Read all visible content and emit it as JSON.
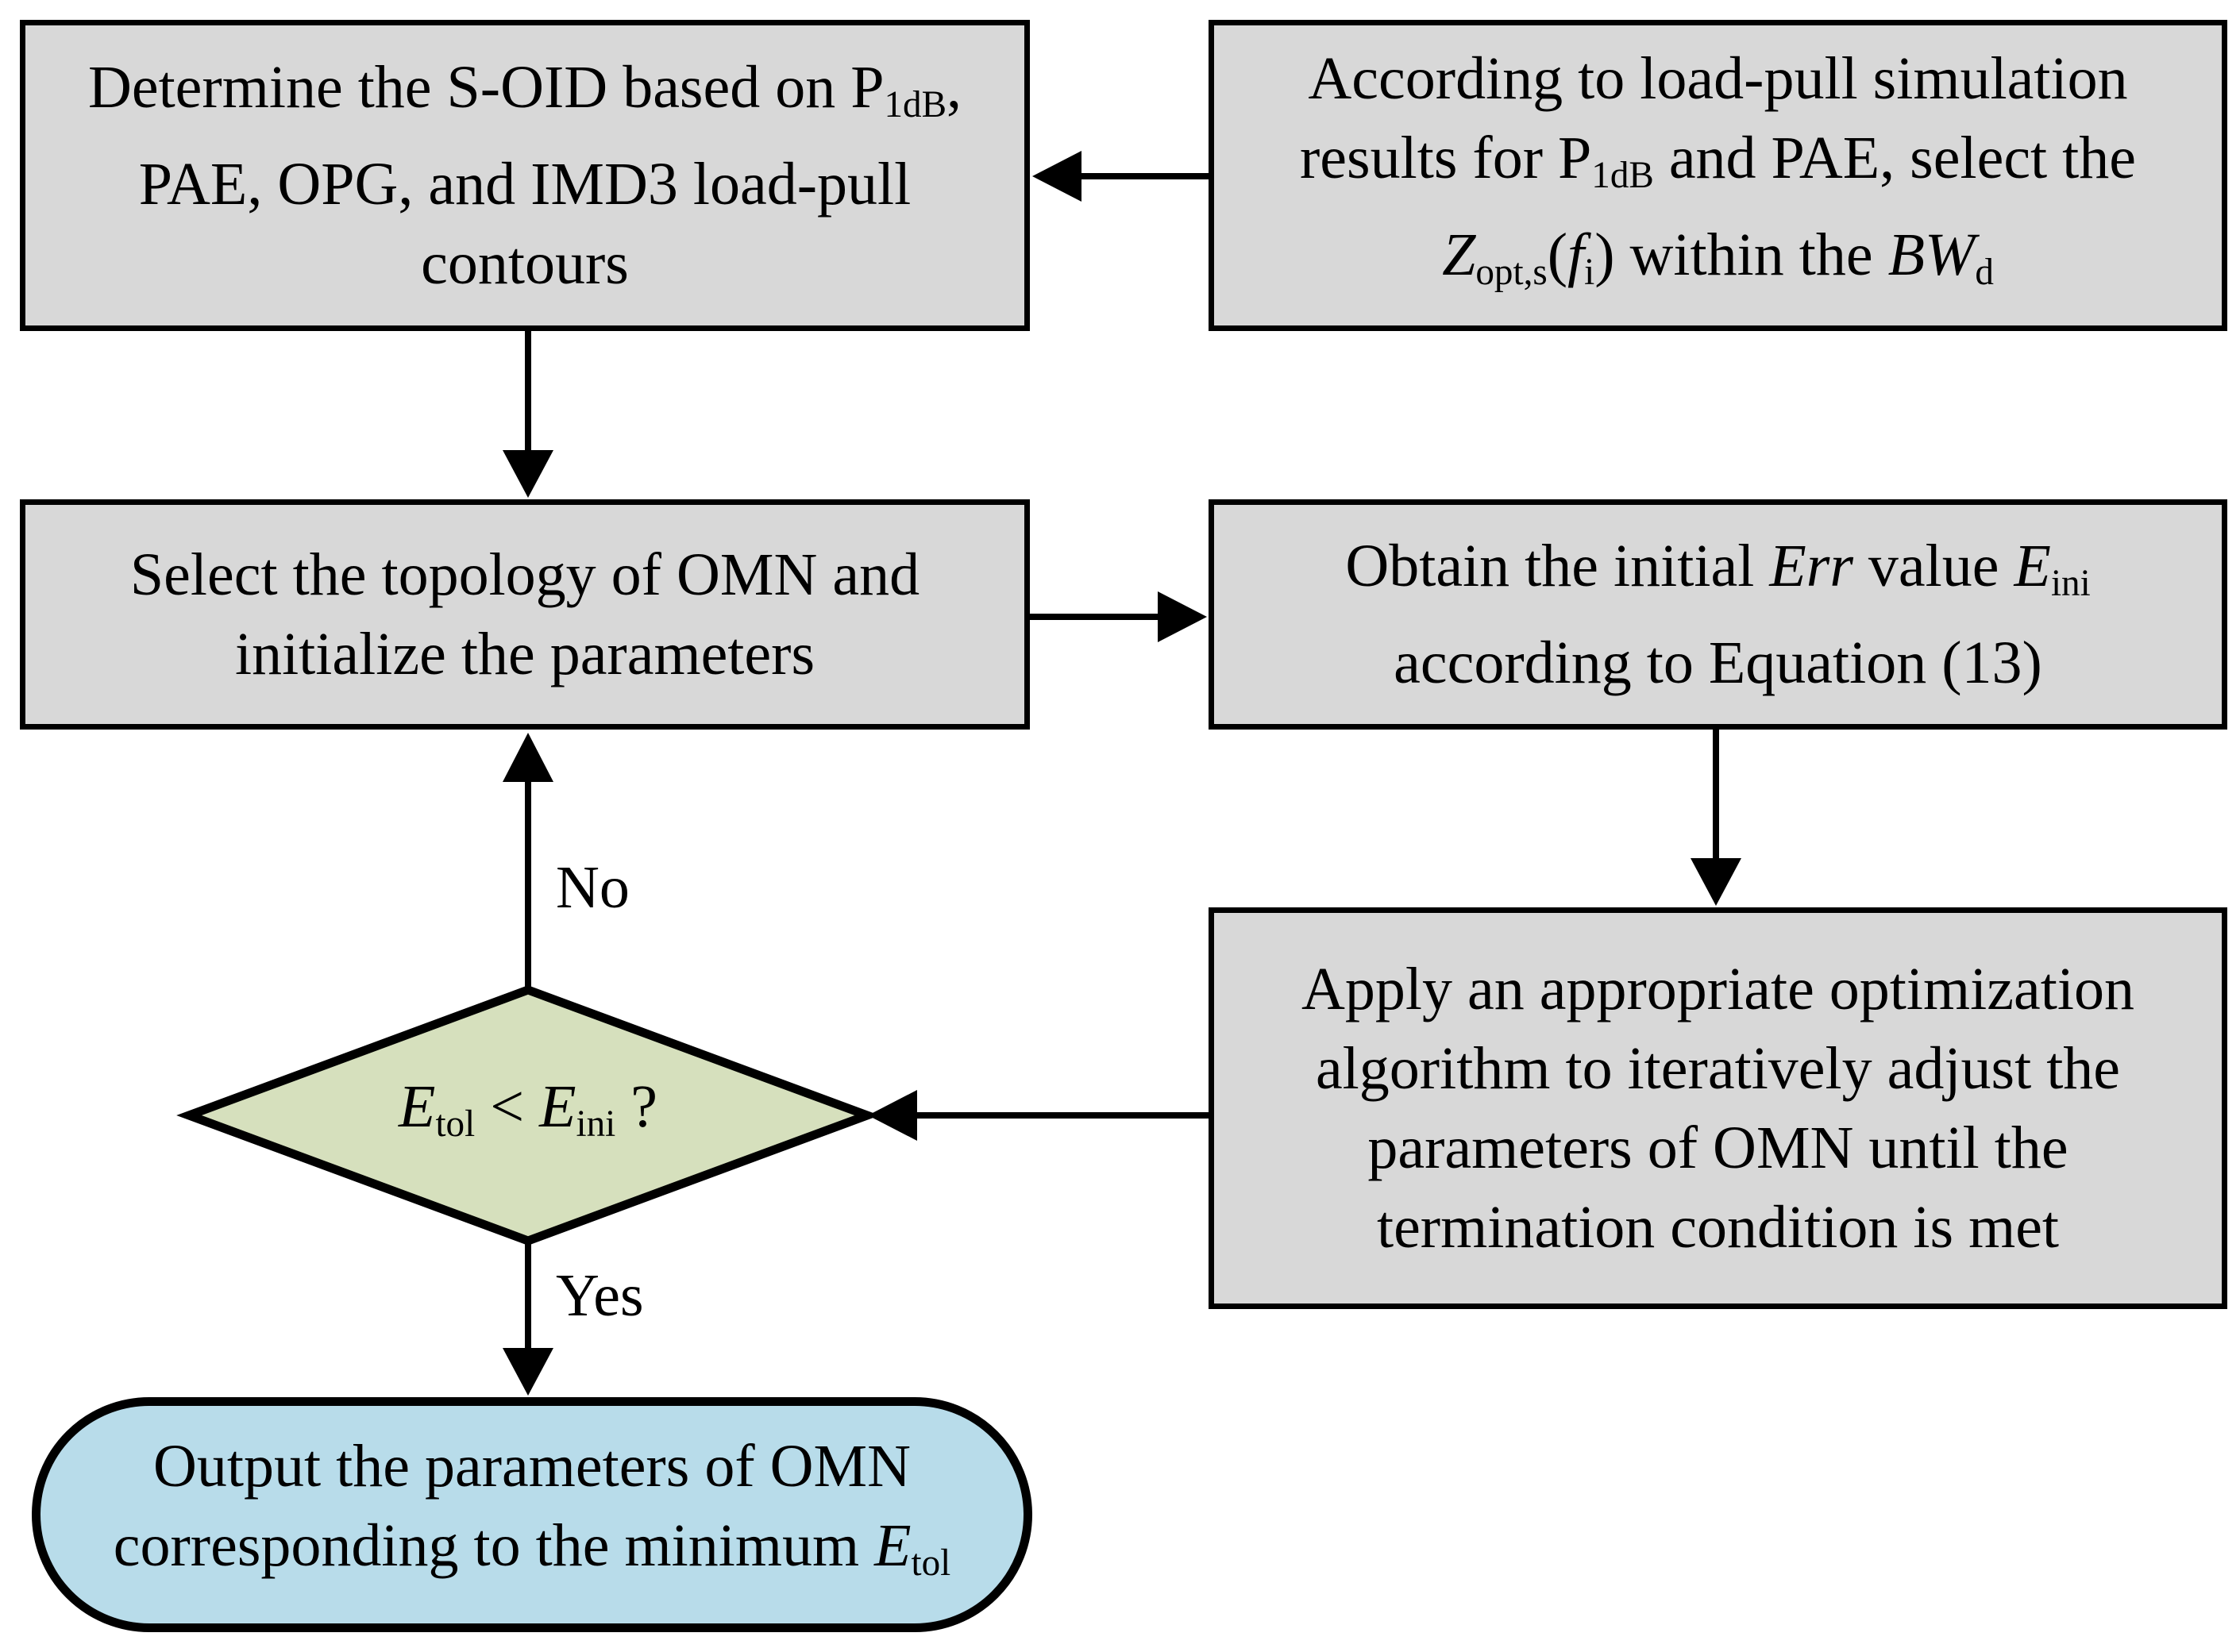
{
  "flowchart": {
    "boxes": {
      "determine_soid": {
        "lines": [
          [
            {
              "t": "Determine the S-OID based on P"
            },
            {
              "t": "1dB",
              "style": "sub"
            },
            {
              "t": ","
            }
          ],
          [
            {
              "t": "PAE, OPG, and IMD3 load-pull"
            }
          ],
          [
            {
              "t": "contours"
            }
          ]
        ]
      },
      "load_pull": {
        "lines": [
          [
            {
              "t": "According to load-pull simulation"
            }
          ],
          [
            {
              "t": "results for P"
            },
            {
              "t": "1dB",
              "style": "sub"
            },
            {
              "t": " and PAE, select the"
            }
          ],
          [
            {
              "t": "Z",
              "style": "italic"
            },
            {
              "t": "opt,s",
              "style": "sub"
            },
            {
              "t": "("
            },
            {
              "t": "f",
              "style": "italic"
            },
            {
              "t": "i",
              "style": "sub"
            },
            {
              "t": ") within the ",
              "style": "normal"
            },
            {
              "t": "BW",
              "style": "italic"
            },
            {
              "t": "d",
              "style": "sub"
            }
          ]
        ]
      },
      "select_topology": {
        "lines": [
          [
            {
              "t": "Select the topology of OMN and"
            }
          ],
          [
            {
              "t": "initialize the parameters"
            }
          ]
        ]
      },
      "obtain_err": {
        "lines": [
          [
            {
              "t": "Obtain the initial ",
              "style": "normal"
            },
            {
              "t": "Err",
              "style": "italic"
            },
            {
              "t": " value ",
              "style": "normal"
            },
            {
              "t": "E",
              "style": "italic"
            },
            {
              "t": "ini",
              "style": "sub"
            }
          ],
          [
            {
              "t": "according to Equation (13)"
            }
          ]
        ]
      },
      "apply_optimization": {
        "lines": [
          [
            {
              "t": "Apply an appropriate optimization"
            }
          ],
          [
            {
              "t": "algorithm to iteratively adjust the"
            }
          ],
          [
            {
              "t": "parameters of OMN until the"
            }
          ],
          [
            {
              "t": "termination condition is met"
            }
          ]
        ]
      },
      "decision": {
        "lines": [
          [
            {
              "t": "E",
              "style": "italic"
            },
            {
              "t": "tol",
              "style": "sub"
            },
            {
              "t": " < ",
              "style": "normal"
            },
            {
              "t": "E",
              "style": "italic"
            },
            {
              "t": "ini",
              "style": "sub"
            },
            {
              "t": " ?",
              "style": "normal"
            }
          ]
        ]
      },
      "output": {
        "lines": [
          [
            {
              "t": "Output the parameters of OMN"
            }
          ],
          [
            {
              "t": "corresponding to the minimum ",
              "style": "normal"
            },
            {
              "t": "E",
              "style": "italic"
            },
            {
              "t": "tol",
              "style": "sub"
            }
          ]
        ]
      }
    },
    "labels": {
      "no": "No",
      "yes": "Yes"
    },
    "colors": {
      "process_fill": "#d8d8d8",
      "decision_fill": "#d6e0bd",
      "terminal_fill": "#b8dcea",
      "line": "#000000",
      "background": "#ffffff"
    }
  }
}
